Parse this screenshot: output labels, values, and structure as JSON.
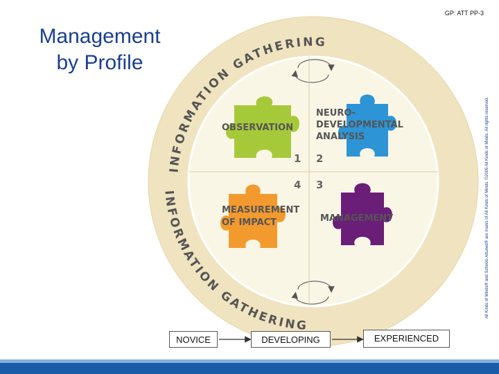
{
  "header": {
    "code": "GP: ATT PP-3",
    "title_line1": "Management",
    "title_line2": "by Profile"
  },
  "copyright": "All Kinds of Minds® and Schools Attuned® are marks of All Kinds of Minds. ©2005 All Kinds of Minds. All rights reserved.",
  "ring_text": {
    "top": "INFORMATION GATHERING",
    "bottom": "INFORMATION GATHERING"
  },
  "puzzle": {
    "observation": {
      "label": "OBSERVATION",
      "color": "#a6c93a",
      "number": "1"
    },
    "neuro": {
      "line1": "NEURO-",
      "line2": "DEVELOPMENTAL",
      "line3": "ANALYSIS",
      "color": "#2d94d6",
      "number": "2"
    },
    "management": {
      "label": "MANAGEMENT",
      "color": "#6a1e78",
      "number": "3"
    },
    "impact": {
      "line1": "MEASUREMENT",
      "line2": "OF IMPACT",
      "color": "#f39a2e",
      "number": "4"
    }
  },
  "stages": {
    "novice": "NOVICE",
    "developing": "DEVELOPING",
    "experienced": "EXPERIENCED"
  },
  "colors": {
    "title": "#1b3f8f",
    "outer_circle": "#f0e3bf",
    "inner_circle": "#faf6e6",
    "ring_text": "#555555",
    "bar": "#1a5ca8"
  }
}
